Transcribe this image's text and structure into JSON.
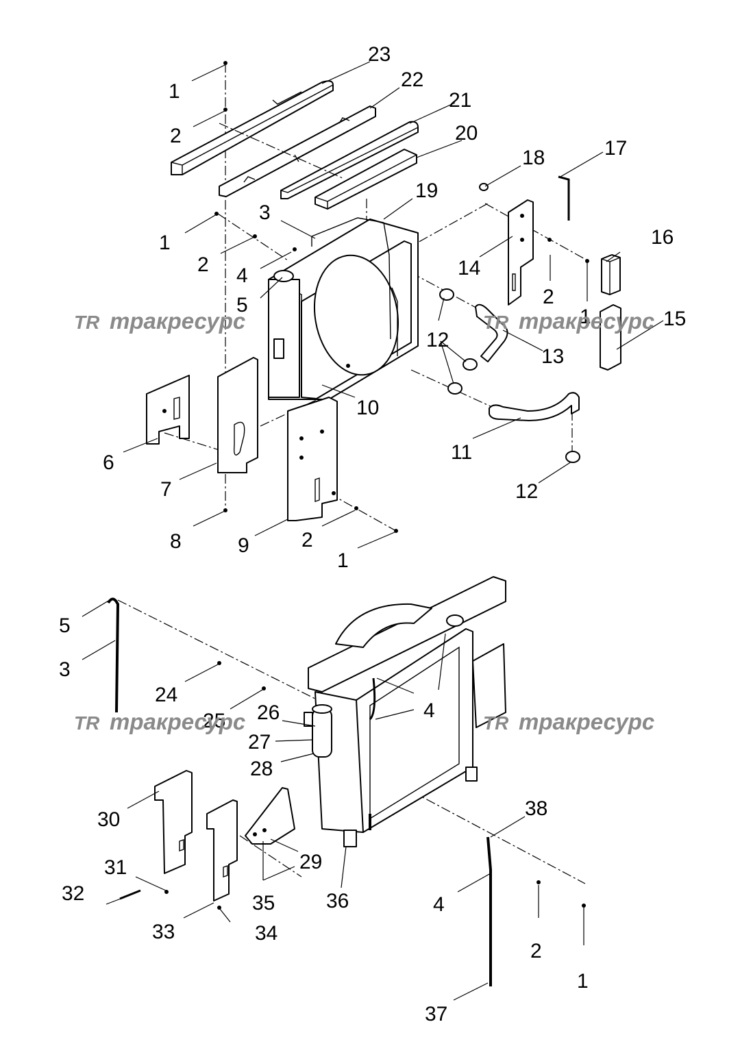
{
  "watermark": {
    "logo": "TR",
    "text": "тракресурс"
  },
  "upper": {
    "callouts": [
      {
        "id": "u1a",
        "label": "1"
      },
      {
        "id": "u2a",
        "label": "2"
      },
      {
        "id": "u23",
        "label": "23"
      },
      {
        "id": "u22",
        "label": "22"
      },
      {
        "id": "u21",
        "label": "21"
      },
      {
        "id": "u20",
        "label": "20"
      },
      {
        "id": "u18",
        "label": "18"
      },
      {
        "id": "u17",
        "label": "17"
      },
      {
        "id": "u3",
        "label": "3"
      },
      {
        "id": "u19",
        "label": "19"
      },
      {
        "id": "u1b",
        "label": "1"
      },
      {
        "id": "u2b",
        "label": "2"
      },
      {
        "id": "u4",
        "label": "4"
      },
      {
        "id": "u14",
        "label": "14"
      },
      {
        "id": "u16",
        "label": "16"
      },
      {
        "id": "u5",
        "label": "5"
      },
      {
        "id": "u2c",
        "label": "2"
      },
      {
        "id": "u1c",
        "label": "1"
      },
      {
        "id": "u15",
        "label": "15"
      },
      {
        "id": "u12a",
        "label": "12"
      },
      {
        "id": "u13",
        "label": "13"
      },
      {
        "id": "u10",
        "label": "10"
      },
      {
        "id": "u6",
        "label": "6"
      },
      {
        "id": "u11",
        "label": "11"
      },
      {
        "id": "u7",
        "label": "7"
      },
      {
        "id": "u12b",
        "label": "12"
      },
      {
        "id": "u8",
        "label": "8"
      },
      {
        "id": "u9",
        "label": "9"
      },
      {
        "id": "u2d",
        "label": "2"
      },
      {
        "id": "u1d",
        "label": "1"
      }
    ]
  },
  "lower": {
    "callouts": [
      {
        "id": "l5",
        "label": "5"
      },
      {
        "id": "l3",
        "label": "3"
      },
      {
        "id": "l24",
        "label": "24"
      },
      {
        "id": "l25",
        "label": "25"
      },
      {
        "id": "l26",
        "label": "26"
      },
      {
        "id": "l4a",
        "label": "4"
      },
      {
        "id": "l27",
        "label": "27"
      },
      {
        "id": "l28",
        "label": "28"
      },
      {
        "id": "l30",
        "label": "30"
      },
      {
        "id": "l38",
        "label": "38"
      },
      {
        "id": "l29",
        "label": "29"
      },
      {
        "id": "l31",
        "label": "31"
      },
      {
        "id": "l32",
        "label": "32"
      },
      {
        "id": "l35",
        "label": "35"
      },
      {
        "id": "l36",
        "label": "36"
      },
      {
        "id": "l4b",
        "label": "4"
      },
      {
        "id": "l33",
        "label": "33"
      },
      {
        "id": "l34",
        "label": "34"
      },
      {
        "id": "l2",
        "label": "2"
      },
      {
        "id": "l37",
        "label": "37"
      },
      {
        "id": "l1",
        "label": "1"
      }
    ]
  }
}
